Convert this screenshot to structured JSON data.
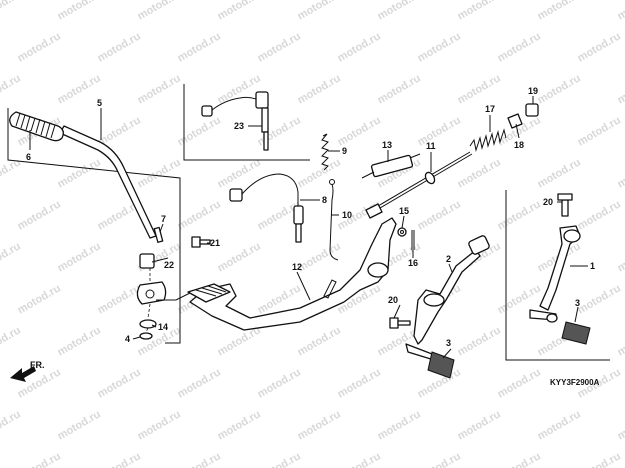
{
  "watermark": "motod.ru",
  "diagram_code": "KYY3F2900A",
  "direction_label": "FR.",
  "callouts": [
    "1",
    "2",
    "3",
    "3",
    "4",
    "5",
    "6",
    "7",
    "8",
    "9",
    "10",
    "11",
    "12",
    "13",
    "14",
    "15",
    "16",
    "17",
    "18",
    "19",
    "20",
    "20",
    "21",
    "22",
    "23"
  ]
}
